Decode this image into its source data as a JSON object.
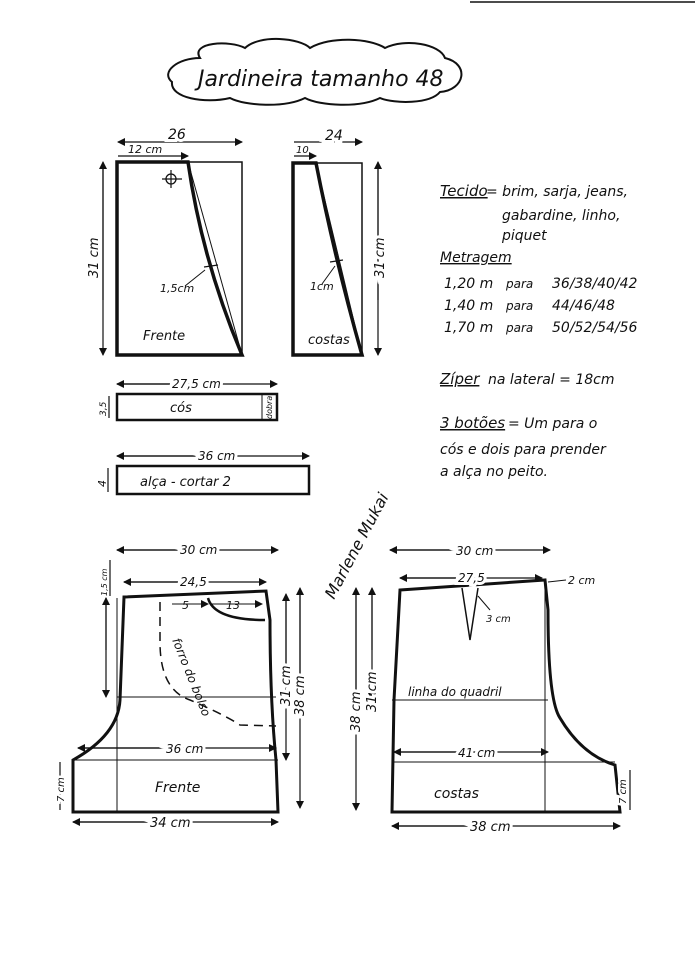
{
  "title": "Jardineira tamanho 48",
  "bib_front": {
    "width_top": "26",
    "width_inner": "12 cm",
    "height": "31 cm",
    "curve": "1,5cm",
    "label": "Frente"
  },
  "bib_back": {
    "width_top": "24",
    "width_inner": "10",
    "height": "31 cm",
    "curve": "1cm",
    "label": "costas"
  },
  "waistband": {
    "length": "27,5 cm",
    "height": "3,5",
    "label": "cós",
    "fold": "dobra"
  },
  "strap": {
    "length": "36 cm",
    "height": "4",
    "label": "alça - cortar 2"
  },
  "notes": {
    "fabric_label": "Tecido",
    "fabric_line1": "= brim, sarja, jeans,",
    "fabric_line2": "gabardine, linho,",
    "fabric_line3": "piquet",
    "yardage_label": "Metragem",
    "yardage_rows": [
      {
        "amount": "1,20 m",
        "para": "para",
        "sizes": "36/38/40/42"
      },
      {
        "amount": "1,40 m",
        "para": "para",
        "sizes": "44/46/48"
      },
      {
        "amount": "1,70 m",
        "para": "para",
        "sizes": "50/52/54/56"
      }
    ],
    "zipper_label": "Zíper",
    "zipper_text": "na lateral = 18cm",
    "buttons_label": "3 botões",
    "buttons_line1": "= Um para o",
    "buttons_line2": "cós e dois para prender",
    "buttons_line3": "a alça no peito."
  },
  "signature": "Marlene Mukai",
  "short_front": {
    "top_width": "30 cm",
    "waist_width": "24,5",
    "rise_small": "1,5 cm",
    "pocket_w": "5",
    "pocket_d": "13",
    "pocket_label": "forro do bolso",
    "hip_width": "36 cm",
    "height_inner": "31 cm",
    "height_outer": "38 cm",
    "hem": "7 cm",
    "hem_width": "34 cm",
    "label": "Frente"
  },
  "short_back": {
    "top_width": "30 cm",
    "waist_width": "27,5",
    "rise": "2 cm",
    "dart": "3 cm",
    "hip_line": "linha do quadril",
    "hip_width": "41 cm",
    "height_inner": "31 cm",
    "height_outer": "38 cm",
    "hem": "7 cm",
    "hem_width": "38 cm",
    "label": "costas"
  }
}
